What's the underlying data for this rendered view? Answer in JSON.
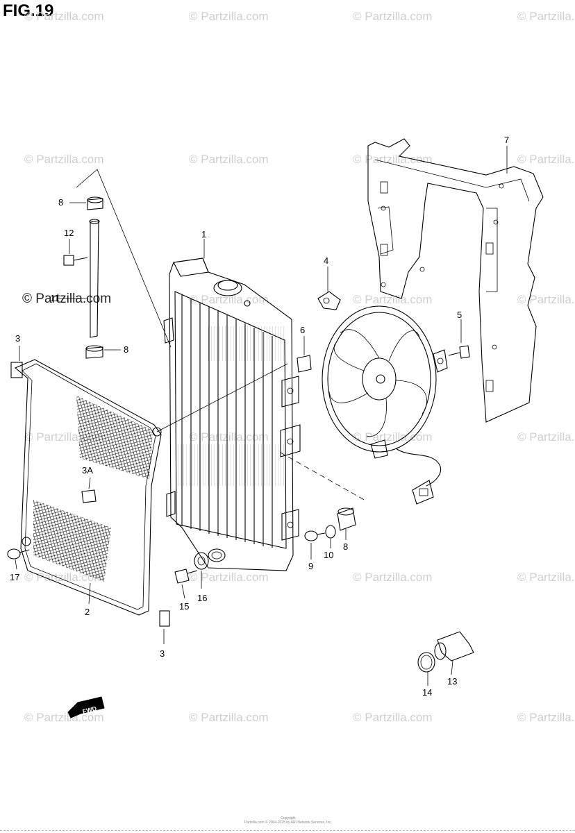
{
  "figure": {
    "title": "FIG.19"
  },
  "watermarks": {
    "text": "© Partzilla.com",
    "strong_text": "© Partzilla.com"
  },
  "callouts": {
    "c1": "1",
    "c2": "2",
    "c3_top": "3",
    "c3_bottom": "3",
    "c3a": "3A",
    "c4": "4",
    "c5": "5",
    "c6": "6",
    "c7": "7",
    "c8_top": "8",
    "c8_mid": "8",
    "c8_right": "8",
    "c9": "9",
    "c10": "10",
    "c11": "11",
    "c12": "12",
    "c13": "13",
    "c14": "14",
    "c15": "15",
    "c16": "16",
    "c17": "17"
  },
  "fwd_label": "FWD",
  "footer": {
    "line1": "Copyright",
    "line2": "Partzilla.com © 2004-2025 by ARI Network Services, Inc."
  }
}
